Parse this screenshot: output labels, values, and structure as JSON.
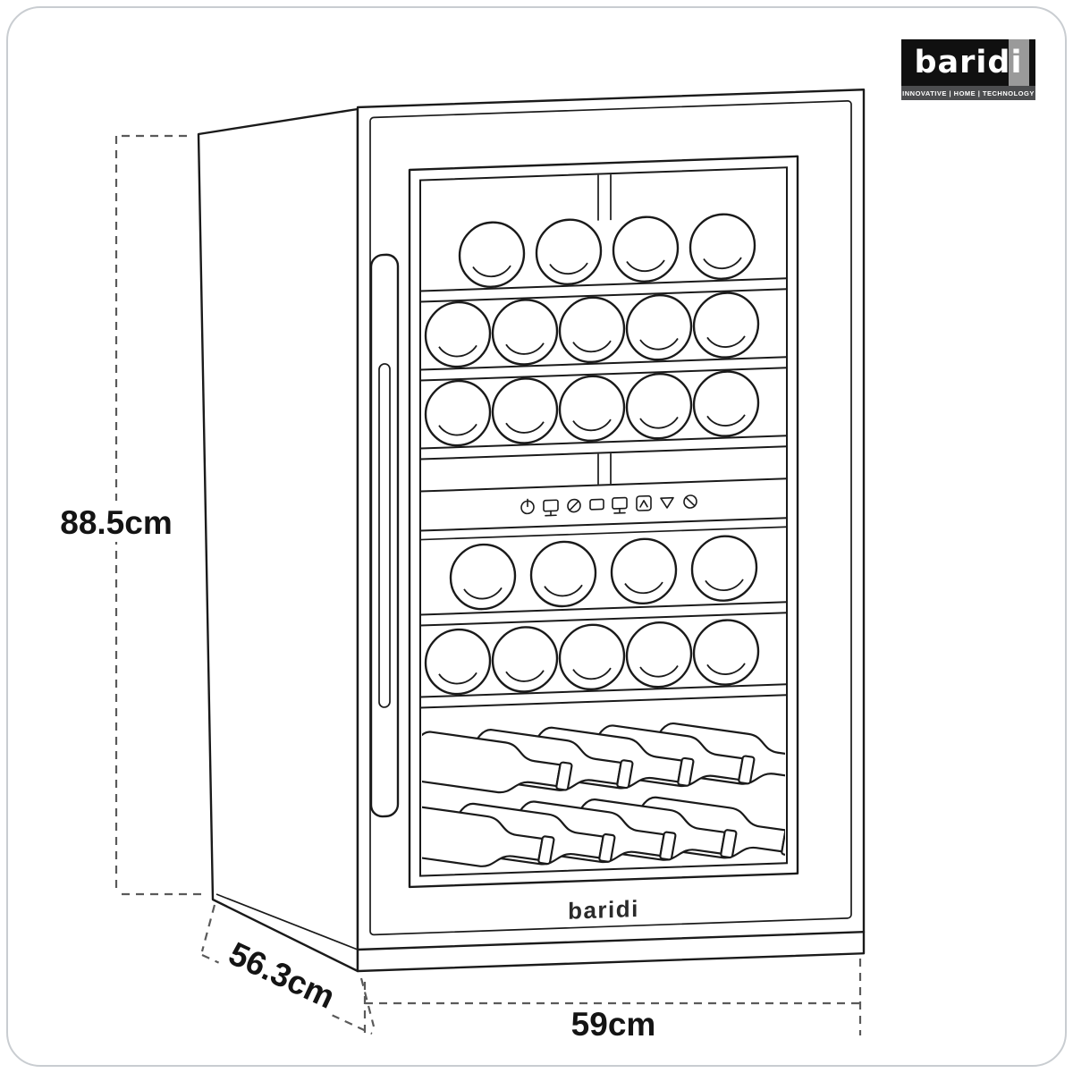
{
  "brand": {
    "logo_text": "baridi",
    "tagline": "INNOVATIVE | HOME | TECHNOLOGY"
  },
  "door": {
    "label": "baridi"
  },
  "dimensions": {
    "height": "88.5cm",
    "depth": "56.3cm",
    "width": "59cm"
  },
  "control_panel": {
    "icons": [
      "power",
      "display",
      "light",
      "screen",
      "screen",
      "temp-up",
      "temp-down",
      "eco"
    ]
  }
}
